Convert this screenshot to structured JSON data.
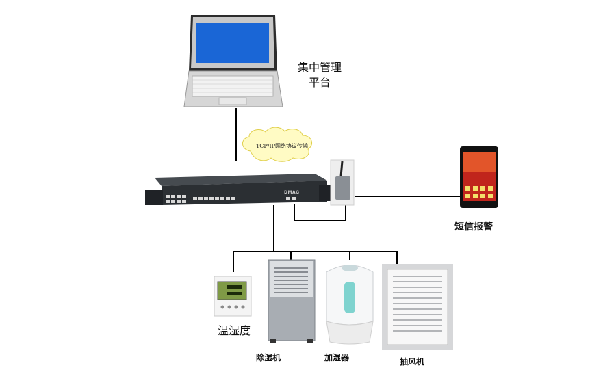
{
  "diagram": {
    "nodes": {
      "platform": {
        "label_line1": "集中管理",
        "label_line2": "平台",
        "icon": "laptop-icon"
      },
      "protocol": {
        "label": "TCP/IP网络协议传输",
        "icon": "cloud-icon"
      },
      "gateway": {
        "brand": "DMAG",
        "icon": "rack-switch-icon"
      },
      "gsm_modem": {
        "icon": "gsm-modem-icon"
      },
      "sms": {
        "label": "短信报警",
        "icon": "smartphone-icon"
      },
      "sensor": {
        "label": "温湿度",
        "icon": "thermo-hygrometer-icon"
      },
      "dehumidifier": {
        "label": "除湿机",
        "icon": "dehumidifier-icon"
      },
      "humidifier": {
        "label": "加湿器",
        "icon": "humidifier-icon"
      },
      "fan": {
        "label": "抽风机",
        "icon": "exhaust-fan-icon"
      }
    },
    "colors": {
      "line": "#000000",
      "cloud": "#fffbc4",
      "screen": "#1a66d6",
      "rack": "#2b2f33"
    }
  }
}
